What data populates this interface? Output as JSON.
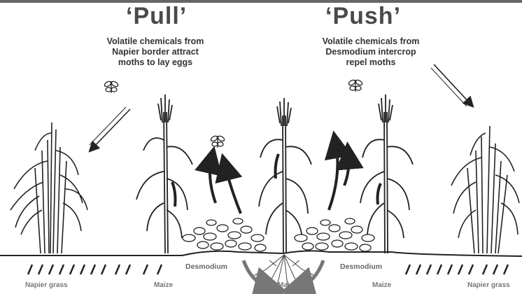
{
  "pull": {
    "heading": "‘Pull’",
    "caption_lines": [
      "Volatile chemicals from",
      "Napier border attract",
      "moths to lay eggs"
    ]
  },
  "push": {
    "heading": "‘Push’",
    "caption_lines": [
      "Volatile chemicals from",
      "Desmodium intercrop",
      "repel moths"
    ]
  },
  "bottom_labels": {
    "napier_left": "Napier grass",
    "maize_left": "Maize",
    "maize_center": "Maize",
    "maize_right": "Maize",
    "napier_right": "Napier grass"
  },
  "desmodium_labels": {
    "left": "Desmodium",
    "right": "Desmodium"
  },
  "icons": [
    "moth-icon",
    "napier-grass-icon",
    "maize-plant-icon",
    "desmodium-plant-icon",
    "arrow-icon"
  ]
}
